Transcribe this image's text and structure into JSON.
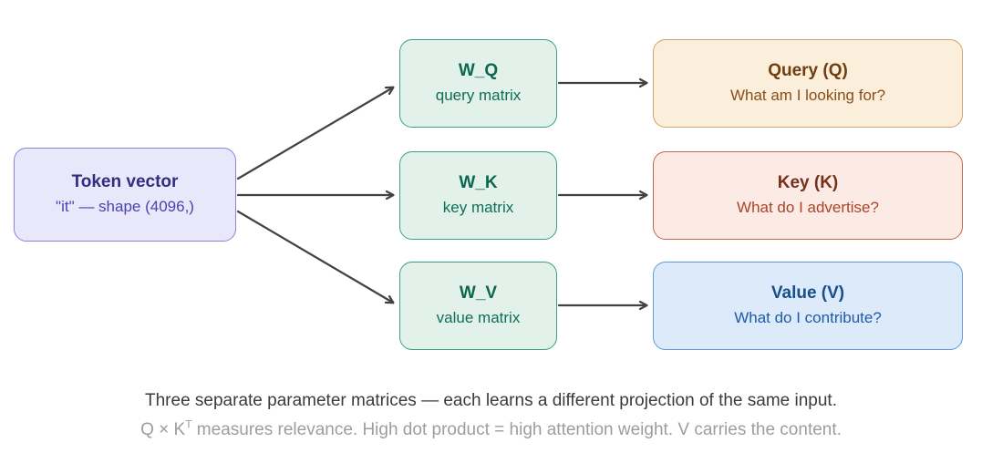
{
  "diagram": {
    "input": {
      "title": "Token vector",
      "subtitle": "\"it\" — shape (4096,)"
    },
    "matrices": [
      {
        "title": "W_Q",
        "subtitle": "query matrix"
      },
      {
        "title": "W_K",
        "subtitle": "key matrix"
      },
      {
        "title": "W_V",
        "subtitle": "value matrix"
      }
    ],
    "outputs": [
      {
        "title": "Query (Q)",
        "subtitle": "What am I looking for?"
      },
      {
        "title": "Key (K)",
        "subtitle": "What do I advertise?"
      },
      {
        "title": "Value (V)",
        "subtitle": "What do I contribute?"
      }
    ],
    "edges": [
      "token-to-wq",
      "token-to-wk",
      "token-to-wv",
      "wq-to-query",
      "wk-to-key",
      "wv-to-value"
    ]
  },
  "caption": {
    "line1": "Three separate parameter matrices — each learns a different projection of the same input.",
    "line2_prefix": "Q × K",
    "line2_sup": "T",
    "line2_rest": " measures relevance. High dot product = high attention weight. V carries the content."
  },
  "colors": {
    "input_bg": "#e9e8fa",
    "input_border": "#8a82dd",
    "input_title": "#312e81",
    "input_subtitle": "#4a43b2",
    "matrix_bg": "#e2f2eb",
    "matrix_border": "#38a27c",
    "matrix_text": "#0d6650",
    "query_bg": "#fbeedb",
    "query_border": "#cda36b",
    "query_title": "#6f3e10",
    "query_subtitle": "#8a4f19",
    "key_bg": "#fceae5",
    "key_border": "#c2664b",
    "key_title": "#77301b",
    "key_subtitle": "#aa4527",
    "value_bg": "#ddeaf9",
    "value_border": "#5f9bd7",
    "value_title": "#174f8d",
    "value_subtitle": "#1c5cab",
    "arrow": "#424242",
    "caption_primary": "#3b3b3b",
    "caption_secondary": "#9d9d9d"
  }
}
